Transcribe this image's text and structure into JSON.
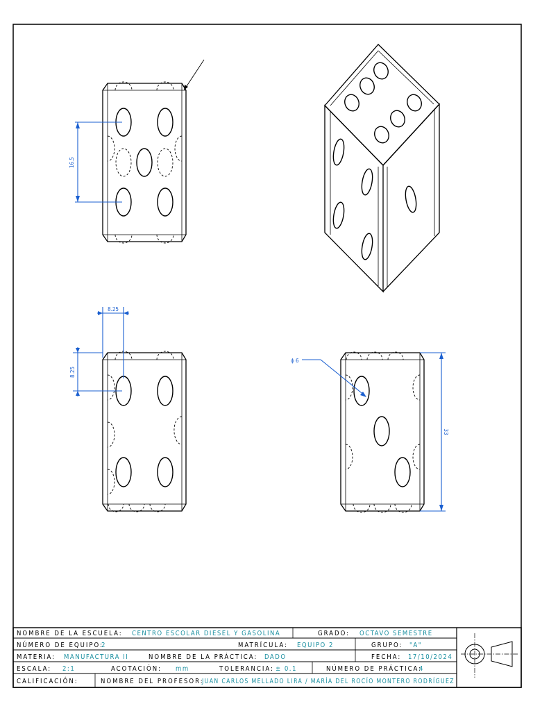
{
  "title_block": {
    "school_label": "NOMBRE DE LA ESCUELA:",
    "school_value": "CENTRO ESCOLAR DIESEL Y GASOLINA",
    "grade_label": "GRADO:",
    "grade_value": "OCTAVO SEMESTRE",
    "team_label": "NÚMERO DE EQUIPO:",
    "team_value": "2",
    "id_label": "MATRÍCULA:",
    "id_value": "EQUIPO 2",
    "group_label": "GRUPO:",
    "group_value": "\"A\"",
    "subject_label": "MATERIA:",
    "subject_value": "MANUFACTURA II",
    "practice_name_label": "NOMBRE DE LA PRÁCTICA:",
    "practice_name_value": "DADO",
    "date_label": "FECHA:",
    "date_value": "17/10/2024",
    "scale_label": "ESCALA:",
    "scale_value": "2:1",
    "units_label": "ACOTACIÓN:",
    "units_value": "mm",
    "tolerance_label": "TOLERANCIA:",
    "tolerance_value": "± 0.1",
    "practice_num_label": "NÚMERO DE PRÁCTICA:",
    "practice_num_value": "4",
    "grade_mark_label": "CALIFICACIÓN:",
    "teacher_label": "NOMBRE DEL PROFESOR:",
    "teacher_value": "JUAN CARLOS MELLADO LIRA / MARÍA DEL ROCÍO MONTERO RODRÍGUEZ"
  },
  "dimensions": {
    "front_vertical": "16.5",
    "top_horizontal": "8.25",
    "top_vertical": "8.25",
    "diameter": "ϕ 6",
    "overall_height": "33"
  },
  "colors": {
    "dimension": "#1a5fd0",
    "title_value": "#1a8fa0",
    "line": "#000000"
  },
  "icons": [
    "projection-symbol-icon"
  ]
}
